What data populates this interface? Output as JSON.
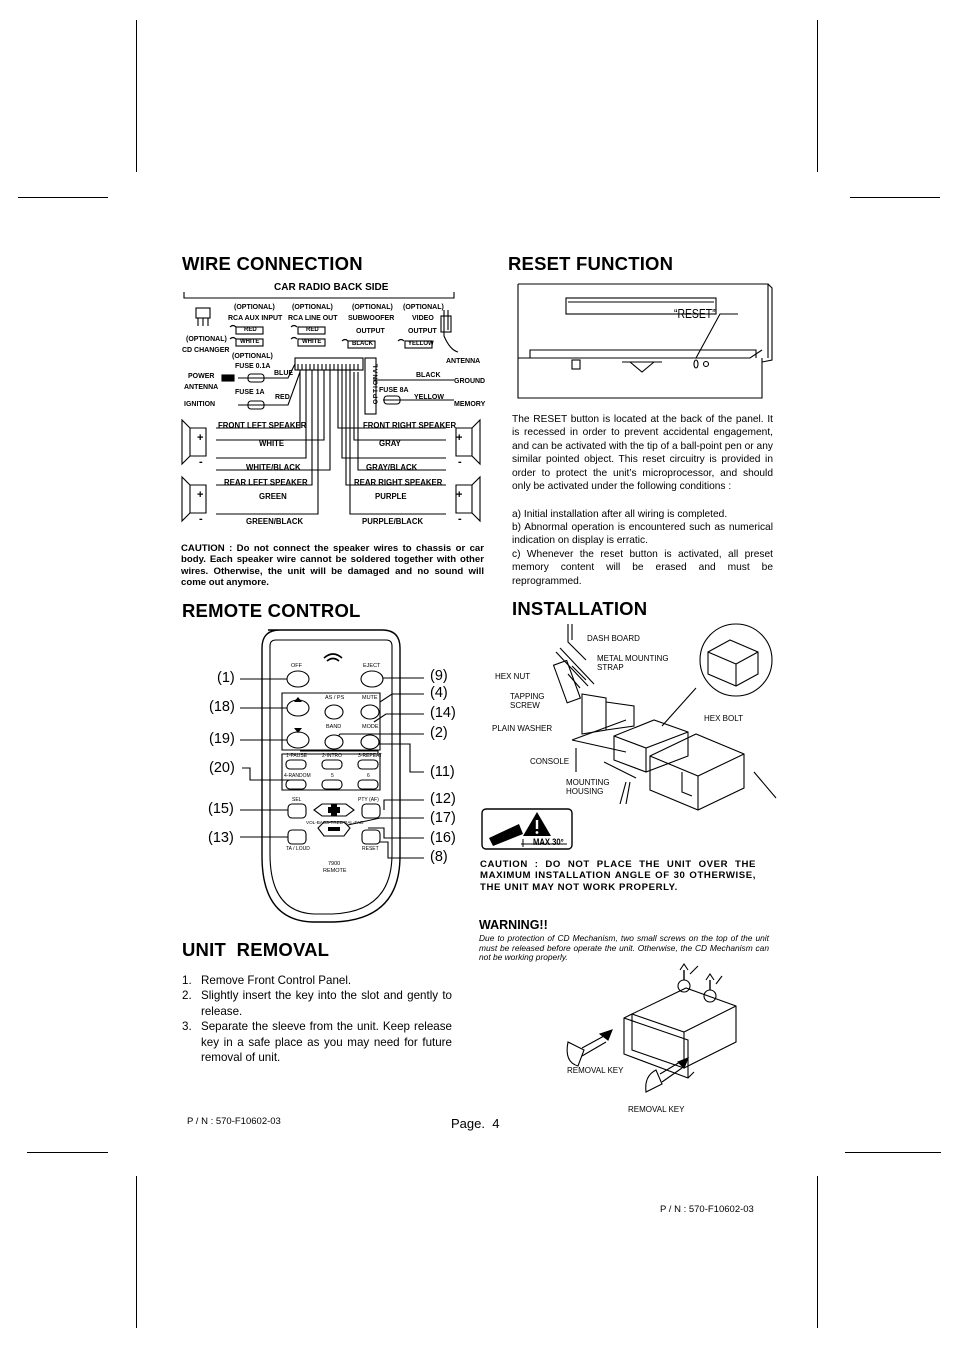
{
  "sections": {
    "wire_connection": "WIRE CONNECTION",
    "reset_function": "RESET FUNCTION",
    "remote_control": "REMOTE CONTROL",
    "installation": "INSTALLATION",
    "unit_removal": "UNIT  REMOVAL"
  },
  "wire_diagram": {
    "back_side": "CAR RADIO BACK SIDE",
    "optional": "(OPTIONAL)",
    "rca_aux_input": "RCA AUX INPUT",
    "rca_line_out": "RCA LINE OUT",
    "subwoofer": "SUBWOOFER",
    "output": "OUTPUT",
    "video": "VIDEO",
    "red": "RED",
    "white": "WHITE",
    "black": "BLACK",
    "yellow": "YELLOW",
    "cd_changer": "CD CHANGER",
    "antenna": "ANTENNA",
    "fuse_01a": "FUSE 0.1A",
    "power": "POWER",
    "power_antenna": "ANTENNA",
    "blue": "BLUE",
    "fuse_1a": "FUSE 1A",
    "ignition": "IGNITION",
    "fuse_8a": "FUSE 8A",
    "ground": "GROUND",
    "memory": "MEMORY",
    "optional_vertical": "OPTIONAL",
    "front_left": "FRONT LEFT SPEAKER",
    "front_right": "FRONT RIGHT SPEAKER",
    "rear_left": "REAR LEFT SPEAKER",
    "rear_right": "REAR RIGHT SPEAKER",
    "gray": "GRAY",
    "white_black": "WHITE/BLACK",
    "gray_black": "GRAY/BLACK",
    "green": "GREEN",
    "purple": "PURPLE",
    "green_black": "GREEN/BLACK",
    "purple_black": "PURPLE/BLACK",
    "plus": "+",
    "minus": "-"
  },
  "wire_caution": "CAUTION : Do not connect the speaker wires to chassis or car body. Each speaker wire cannot be soldered together with other wires. Otherwise, the unit will be damaged and no sound will come out anymore.",
  "reset": {
    "label": "“RESET”",
    "paragraph": "The RESET button is located at the back of the panel.  It is recessed in order to prevent accidental engagement, and can be activated with the tip of a ball-point pen or any similar pointed object.  This reset circuitry is provided in order to protect the unit’s microprocessor, and should only be activated under the following conditions :",
    "cond_a": "a) Initial installation after all wiring is completed.",
    "cond_b": "b) Abnormal operation is encountered such as numerical indication on display is erratic.",
    "cond_c": "c) Whenever the reset button is activated, all preset memory content will be erased and must be reprogrammed."
  },
  "remote": {
    "callouts_left": [
      "(1)",
      "(18)",
      "(19)",
      "(20)",
      "(15)",
      "(13)"
    ],
    "callouts_right": [
      "(9)",
      "(4)",
      "(14)",
      "(2)",
      "(11)",
      "(12)",
      "(17)",
      "(16)",
      "(8)"
    ],
    "keys": {
      "off": "OFF",
      "eject": "EJECT",
      "as_ps": "AS / PS",
      "mute": "MUTE",
      "band": "BAND",
      "mode": "MODE",
      "k1": "1-PAUSE",
      "k2": "2-INTRO",
      "k3": "3-REPEAT",
      "k4": "4-RANDOM",
      "k5": "5",
      "k6": "6",
      "sel": "SEL",
      "pty": "PTY (AF)",
      "vol": "VOL-BASS-TREB-BAL-FAD",
      "ta": "TA / LOUD",
      "reset": "RESET",
      "model": "7900",
      "remote": "REMOTE"
    }
  },
  "installation": {
    "dash_board": "DASH BOARD",
    "metal_strap": "METAL MOUNTING\nSTRAP",
    "hex_nut": "HEX NUT",
    "tapping_screw": "TAPPING\nSCREW",
    "plain_washer": "PLAIN WASHER",
    "hex_bolt": "HEX BOLT",
    "console": "CONSOLE",
    "mounting_housing": "MOUNTING\nHOUSING",
    "max_angle": "MAX 30°",
    "caution": "CAUTION : DO NOT PLACE THE UNIT OVER THE MAXIMUM INSTALLATION ANGLE OF 30 OTHERWISE, THE UNIT MAY NOT WORK PROPERLY."
  },
  "warning": {
    "title": "WARNING!!",
    "text": "Due to protection of CD Mechanism, two small screws on the top of the unit must be released before operate the unit. Otherwise, the CD Mechanism can not be working properly.",
    "removal_key_1": "REMOVAL KEY",
    "removal_key_2": "REMOVAL KEY"
  },
  "unit_removal": {
    "steps": [
      {
        "n": "1.",
        "text": "Remove  Front  Control  Panel."
      },
      {
        "n": "2.",
        "text": "Slightly  insert  the  key  into  the  slot  and gently  to  release."
      },
      {
        "n": "3.",
        "text": "Separate  the  sleeve  from  the  unit.  Keep release  key  in  a  safe  place  as  you  may need  for  future  removal  of  unit."
      }
    ]
  },
  "footer": {
    "pn_left": "P / N : 570-F10602-03",
    "page": "Page.  4",
    "pn_right": "P / N : 570-F10602-03"
  }
}
